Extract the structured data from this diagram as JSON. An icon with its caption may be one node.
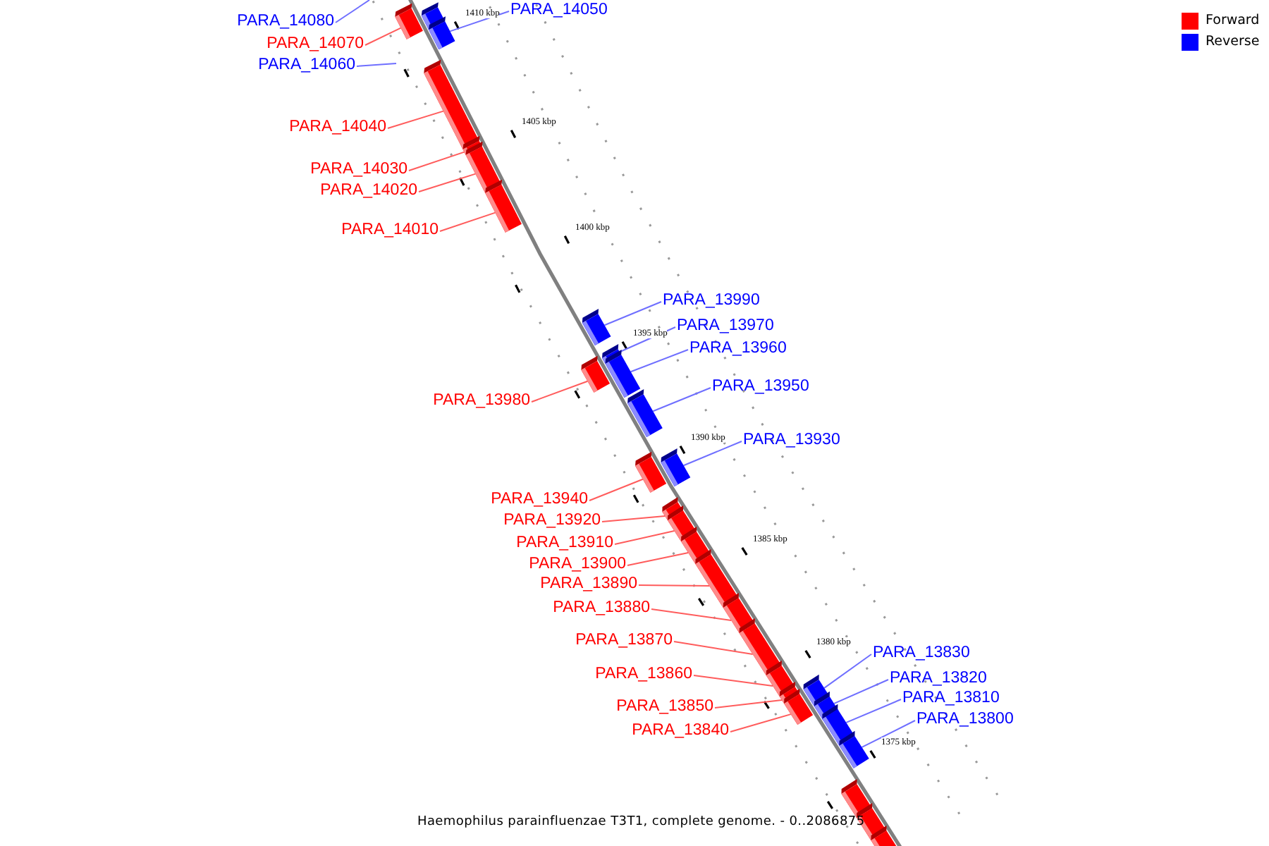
{
  "diagram": {
    "caption": "Haemophilus parainfluenzae T3T1, complete genome. - 0..2086875",
    "nodes": [
      {
        "text": [
          "PARA_14080"
        ]
      },
      {
        "text": [
          "PARA_14050"
        ]
      },
      {
        "text": [
          "PARA_14070"
        ]
      },
      {
        "text": [
          "PARA_14060"
        ]
      },
      {
        "text": [
          "PARA_14040"
        ]
      },
      {
        "text": [
          "PARA_14030"
        ]
      },
      {
        "text": [
          "PARA_14020"
        ]
      },
      {
        "text": [
          "PARA_14010"
        ]
      },
      {
        "text": [
          "PARA_13990"
        ]
      },
      {
        "text": [
          "PARA_13970"
        ]
      },
      {
        "text": [
          "PARA_13960"
        ]
      },
      {
        "text": [
          "PARA_13980"
        ]
      },
      {
        "text": [
          "PARA_13950"
        ]
      },
      {
        "text": [
          "PARA_13930"
        ]
      },
      {
        "text": [
          "PARA_13940"
        ]
      },
      {
        "text": [
          "PARA_13920"
        ]
      },
      {
        "text": [
          "PARA_13910"
        ]
      },
      {
        "text": [
          "PARA_13900"
        ]
      },
      {
        "text": [
          "PARA_13890"
        ]
      },
      {
        "text": [
          "PARA_13880"
        ]
      },
      {
        "text": [
          "PARA_13870"
        ]
      },
      {
        "text": [
          "PARA_13830"
        ]
      },
      {
        "text": [
          "PARA_13860"
        ]
      },
      {
        "text": [
          "PARA_13820"
        ]
      },
      {
        "text": [
          "PARA_13810"
        ]
      },
      {
        "text": [
          "PARA_13850"
        ]
      },
      {
        "text": [
          "PARA_13800"
        ]
      },
      {
        "text": [
          "PARA_13840"
        ]
      },
      {
        "text": [],
        "shape": "box"
      },
      {
        "text": [],
        "shape": "box"
      },
      {
        "text": [],
        "shape": "box"
      },
      {
        "text": [],
        "shape": "box"
      },
      {
        "text": [],
        "shape": "box"
      },
      {
        "text": [],
        "shape": "box"
      },
      {
        "text": [],
        "shape": "box"
      },
      {
        "text": [],
        "shape": "box"
      },
      {
        "text": [],
        "shape": "box"
      },
      {
        "text": [],
        "shape": "box"
      },
      {
        "text": [],
        "shape": "box"
      },
      {
        "text": [],
        "shape": "box"
      },
      {
        "text": [],
        "shape": "box"
      },
      {
        "text": [],
        "shape": "box"
      },
      {
        "text": [],
        "shape": "box"
      },
      {
        "text": [],
        "shape": "box"
      },
      {
        "text": [],
        "shape": "box"
      },
      {
        "text": [],
        "shape": "box"
      },
      {
        "text": [],
        "shape": "box"
      },
      {
        "text": [],
        "shape": "box"
      },
      {
        "text": [],
        "shape": "box"
      },
      {
        "text": [],
        "shape": "box"
      },
      {
        "text": [],
        "shape": "box"
      },
      {
        "text": [],
        "shape": "box"
      },
      {
        "text": [],
        "shape": "box"
      },
      {
        "text": [],
        "shape": "box"
      },
      {
        "text": [],
        "shape": "box"
      },
      {
        "text": [],
        "shape": "box"
      },
      {
        "text": [],
        "shape": "box"
      },
      {
        "text": [],
        "shape": "box"
      }
    ],
    "edges": [
      {
        "from": 0,
        "to": null,
        "arrow": "none",
        "color": "#6f6fff"
      },
      {
        "from": 1,
        "to": 30,
        "arrow": "none",
        "color": "#6f6fff"
      },
      {
        "from": 2,
        "to": 28,
        "arrow": "none"
      },
      {
        "from": 3,
        "to": null,
        "arrow": "none",
        "color": "#6f6fff"
      },
      {
        "from": 4,
        "to": 31,
        "arrow": "none"
      },
      {
        "from": 5,
        "to": 32,
        "arrow": "none"
      },
      {
        "from": 6,
        "to": 33,
        "arrow": "none"
      },
      {
        "from": 7,
        "to": 34,
        "arrow": "none"
      },
      {
        "from": 8,
        "to": 35,
        "arrow": "none",
        "color": "#6f6fff"
      },
      {
        "from": 9,
        "to": 37,
        "arrow": "none",
        "color": "#6f6fff"
      },
      {
        "from": 10,
        "to": 38,
        "arrow": "none",
        "color": "#6f6fff"
      },
      {
        "from": 11,
        "to": 36,
        "arrow": "none"
      },
      {
        "from": 12,
        "to": 39,
        "arrow": "none",
        "color": "#6f6fff"
      },
      {
        "from": 13,
        "to": 41,
        "arrow": "none",
        "color": "#6f6fff"
      },
      {
        "from": 14,
        "to": 40,
        "arrow": "none"
      },
      {
        "from": 15,
        "to": 42,
        "arrow": "none"
      },
      {
        "from": 16,
        "to": 43,
        "arrow": "none"
      },
      {
        "from": 17,
        "to": 44,
        "arrow": "none"
      },
      {
        "from": 18,
        "to": 45,
        "arrow": "none"
      },
      {
        "from": 19,
        "to": 46,
        "arrow": "none"
      },
      {
        "from": 20,
        "to": 47,
        "arrow": "none"
      },
      {
        "from": 21,
        "to": 51,
        "arrow": "none",
        "color": "#6f6fff"
      },
      {
        "from": 22,
        "to": 48,
        "arrow": "none"
      },
      {
        "from": 23,
        "to": 52,
        "arrow": "none",
        "color": "#6f6fff"
      },
      {
        "from": 24,
        "to": 53,
        "arrow": "none",
        "color": "#6f6fff"
      },
      {
        "from": 25,
        "to": 49,
        "arrow": "none"
      },
      {
        "from": 26,
        "to": 54,
        "arrow": "none",
        "color": "#6f6fff"
      },
      {
        "from": 27,
        "to": 50,
        "arrow": "none"
      }
    ],
    "labels": [
      "1410 kbp",
      "1405 kbp",
      "1400 kbp",
      "1395 kbp",
      "1390 kbp",
      "1385 kbp",
      "1380 kbp",
      "1375 kbp"
    ],
    "legend": [
      {
        "text": "Forward",
        "color": "#ff0000"
      },
      {
        "text": "Reverse",
        "color": "#0000ff"
      }
    ]
  }
}
